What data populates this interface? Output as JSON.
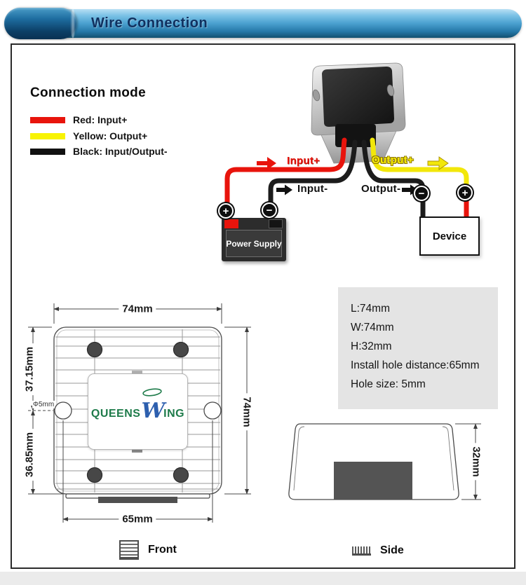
{
  "header": {
    "title": "Wire Connection"
  },
  "legend": {
    "heading": "Connection mode",
    "items": [
      {
        "color": "#e8140c",
        "label": "Red: Input+"
      },
      {
        "color": "#f8f303",
        "label": "Yellow: Output+"
      },
      {
        "color": "#111111",
        "label": "Black: Input/Output-"
      }
    ]
  },
  "diagram": {
    "labels": {
      "input_plus": "Input+",
      "input_minus": "Input-",
      "output_plus": "Output+",
      "output_minus": "Output-"
    },
    "power_supply_label": "Power Supply",
    "device_label": "Device",
    "terminals": {
      "plus": "+",
      "minus": "−"
    }
  },
  "specs": {
    "lines": [
      "L:74mm",
      "W:74mm",
      "H:32mm",
      "Install hole distance:65mm",
      "Hole size: 5mm"
    ]
  },
  "front_view": {
    "dim_top": "74mm",
    "dim_left_top": "37.15mm",
    "dim_left_bottom": "36.85mm",
    "dim_hole": "Φ5mm",
    "dim_right": "74mm",
    "dim_bottom": "65mm",
    "logo": {
      "part1": "QUEENS",
      "w": "W",
      "part2": "ING"
    },
    "caption": "Front"
  },
  "side_view": {
    "dim_height": "32mm",
    "caption": "Side"
  },
  "colors": {
    "wire_red": "#e8140c",
    "wire_yellow": "#f2e70a",
    "wire_black": "#1c1c1c",
    "header_blue": "#4aa0cf",
    "logo_green": "#1e7b4a",
    "logo_blue": "#2d5fae"
  }
}
